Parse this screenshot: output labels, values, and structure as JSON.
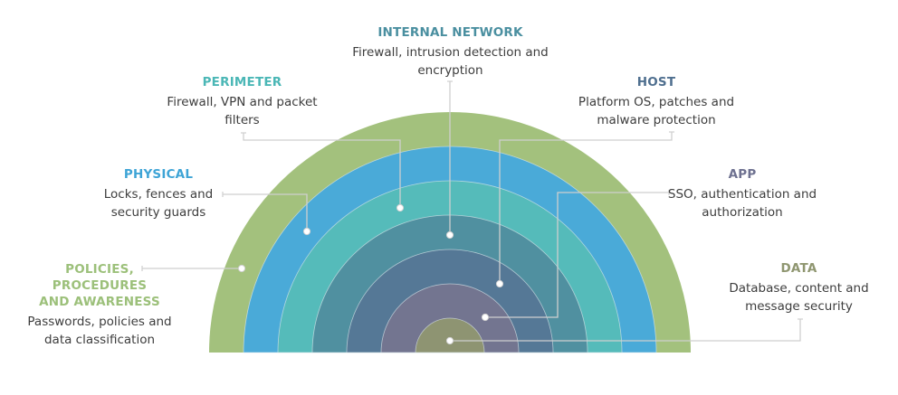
{
  "layers": [
    {
      "id": "policies",
      "title": "POLICIES,\nPROCEDURES\nAND AWARENESS",
      "description": "Passwords, policies and data classification",
      "ring_color": "#a3c17d",
      "title_color": "#9cc07a"
    },
    {
      "id": "physical",
      "title": "PHYSICAL",
      "description": "Locks, fences and security guards",
      "ring_color": "#4aaad8",
      "title_color": "#3ea4d6"
    },
    {
      "id": "perimeter",
      "title": "PERIMETER",
      "description": "Firewall, VPN and packet filters",
      "ring_color": "#55bbba",
      "title_color": "#4bb7b6"
    },
    {
      "id": "internal-network",
      "title": "INTERNAL NETWORK",
      "description": "Firewall, intrusion detection and encryption",
      "ring_color": "#5090a0",
      "title_color": "#4a8fa0"
    },
    {
      "id": "host",
      "title": "HOST",
      "description": "Platform OS, patches and malware protection",
      "ring_color": "#557896",
      "title_color": "#4f6f8f"
    },
    {
      "id": "app",
      "title": "APP",
      "description": "SSO, authentication and authorization",
      "ring_color": "#737590",
      "title_color": "#6e7190"
    },
    {
      "id": "data",
      "title": "DATA",
      "description": "Database, content and message security",
      "ring_color": "#8e9472",
      "title_color": "#8f9670"
    }
  ],
  "colors": {
    "connector": "#cfcfcf",
    "dot": "#ffffff",
    "ring_separator": "#d8e6ea",
    "text": "#3d3d3d"
  }
}
